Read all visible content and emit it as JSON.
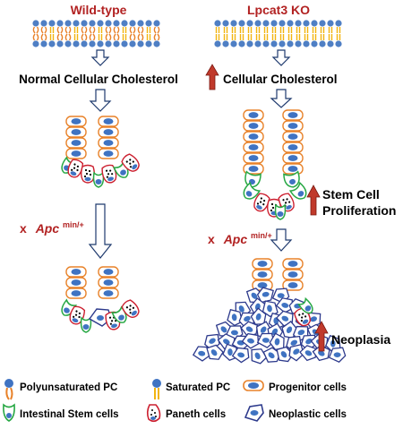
{
  "columns": {
    "left": {
      "title": "Wild-type",
      "label": "Normal Cellular Cholesterol"
    },
    "right": {
      "title": "Lpcat3 KO",
      "label": "Cellular Cholesterol"
    }
  },
  "cross": {
    "prefix": "x",
    "gene": "Apc",
    "superscript": "min/+"
  },
  "effects": {
    "stem_line1": "Stem Cell",
    "stem_line2": "Proliferation",
    "neoplasia": "Neoplasia"
  },
  "legend": [
    {
      "label": "Polyunsaturated PC",
      "icon": "polyunsaturated-pc-icon"
    },
    {
      "label": "Saturated PC",
      "icon": "saturated-pc-icon"
    },
    {
      "label": "Progenitor cells",
      "icon": "progenitor-cell-icon"
    },
    {
      "label": "Intestinal Stem cells",
      "icon": "stem-cell-icon"
    },
    {
      "label": "Paneth cells",
      "icon": "paneth-cell-icon"
    },
    {
      "label": "Neoplastic cells",
      "icon": "neoplastic-cell-icon"
    }
  ],
  "colors": {
    "title_red": "#b22222",
    "arrow_red": "#c0392b",
    "membrane_head": "#4f7fc4",
    "membrane_tail": "#f2b40f",
    "progenitor_outline": "#e8822a",
    "nucleus": "#3f73c2",
    "stem_outline": "#27a844",
    "paneth_outline": "#cc2030",
    "neoplastic_outline": "#2d3a8c"
  }
}
